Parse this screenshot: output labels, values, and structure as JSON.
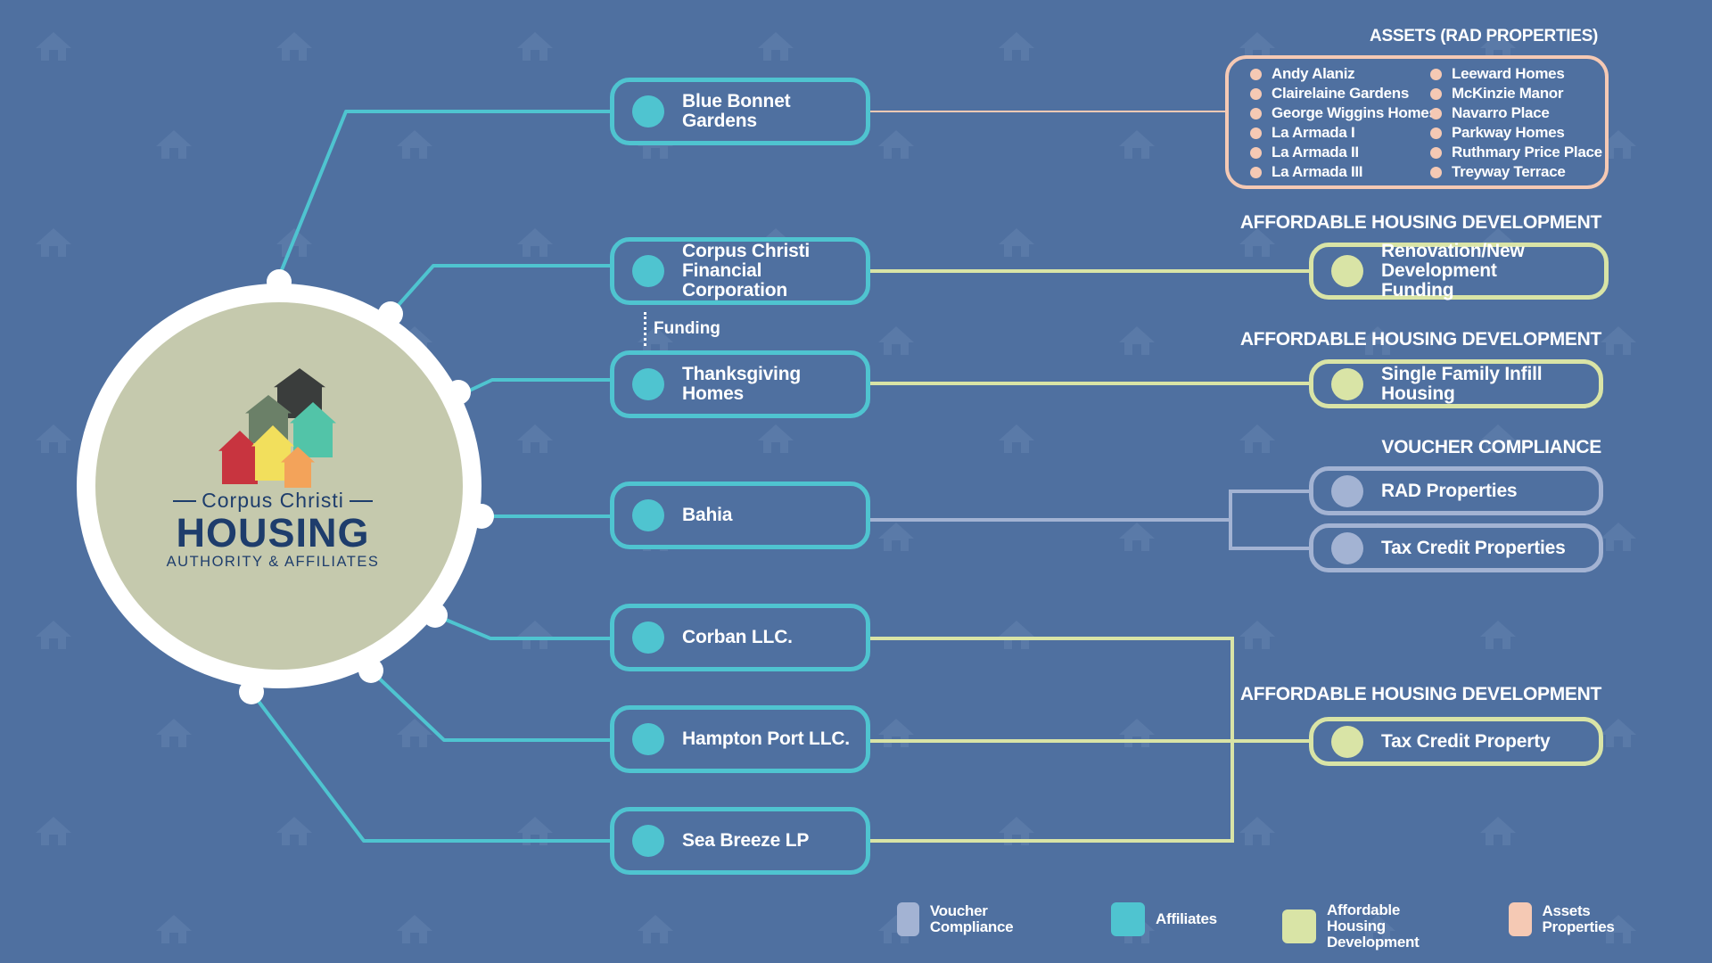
{
  "colors": {
    "background": "#4f70a0",
    "affiliates": "#4fc4d0",
    "affordable_housing_development": "#d9e4a6",
    "voucher_compliance": "#a3b3d3",
    "assets_properties": "#f5c9b4",
    "logo_circle": "#c5c9ad",
    "logo_text": "#1e3d6c"
  },
  "logo": {
    "line1": "Corpus Christi",
    "line2": "HOUSING",
    "line3": "AUTHORITY & AFFILIATES",
    "house_colors": [
      "#3a3d3c",
      "#6b8068",
      "#52c4a8",
      "#c8343f",
      "#f2df5c",
      "#f3a35a"
    ]
  },
  "affiliates": [
    {
      "label": "Blue Bonnet Gardens"
    },
    {
      "label": "Corpus Christi Financial Corporation"
    },
    {
      "label": "Thanksgiving Homes"
    },
    {
      "label": "Bahia"
    },
    {
      "label": "Corban LLC."
    },
    {
      "label": "Hampton Port LLC."
    },
    {
      "label": "Sea Breeze LP"
    }
  ],
  "funding_label": "Funding",
  "assets": {
    "heading": "ASSETS (RAD PROPERTIES)",
    "column1": [
      "Andy Alaniz",
      "Clairelaine Gardens",
      "George Wiggins Homes",
      "La Armada I",
      "La Armada II",
      "La Armada III"
    ],
    "column2": [
      "Leeward Homes",
      "McKinzie Manor",
      "Navarro Place",
      "Parkway Homes",
      "Ruthmary Price Place",
      "Treyway Terrace"
    ]
  },
  "outcomes": {
    "renovation": {
      "heading": "AFFORDABLE HOUSING DEVELOPMENT",
      "label": "Renovation/New Development Funding"
    },
    "infill": {
      "heading": "AFFORDABLE HOUSING DEVELOPMENT",
      "label": "Single Family Infill Housing"
    },
    "voucher": {
      "heading": "VOUCHER COMPLIANCE",
      "rad_label": "RAD Properties",
      "tax_label": "Tax Credit Properties"
    },
    "tax_credit": {
      "heading": "AFFORDABLE HOUSING DEVELOPMENT",
      "label": "Tax Credit Property"
    }
  },
  "legend": [
    {
      "label": "Voucher Compliance",
      "color": "#a3b3d3"
    },
    {
      "label": "Affiliates",
      "color": "#4fc4d0"
    },
    {
      "label": "Affordable Housing Development",
      "color": "#d9e4a6"
    },
    {
      "label": "Assets Properties",
      "color": "#f5c9b4"
    }
  ]
}
